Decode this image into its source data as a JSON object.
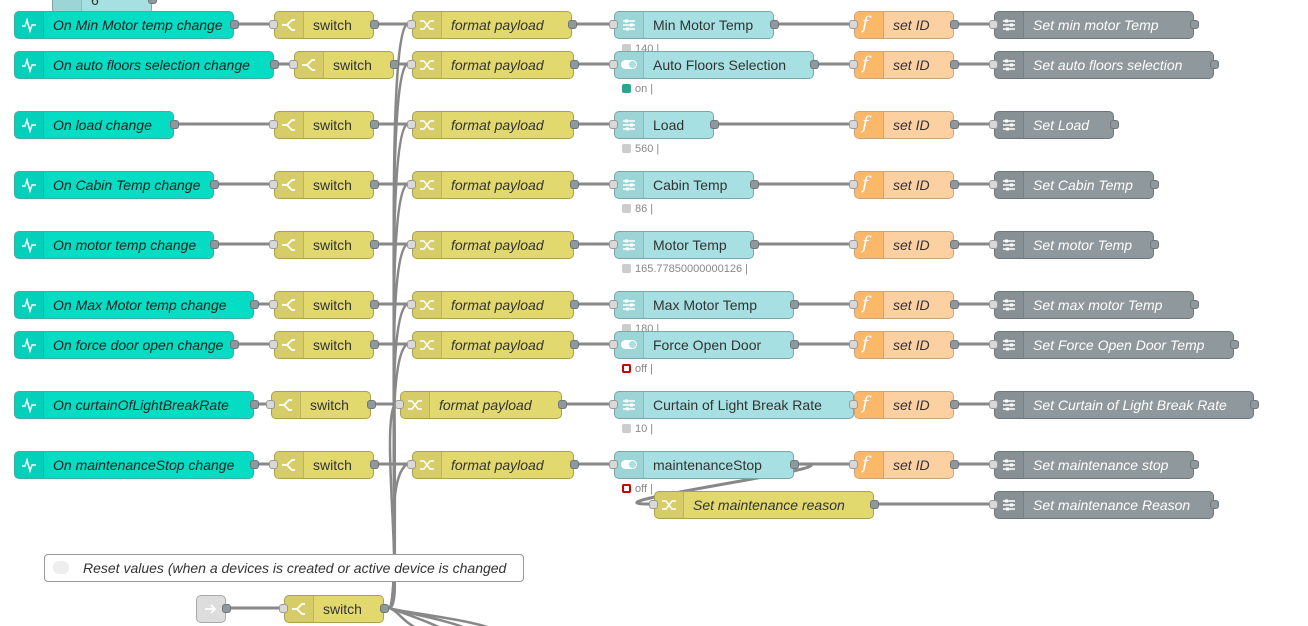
{
  "top_partial": {
    "label": "6"
  },
  "rows": [
    {
      "inject": "On Min Motor temp change",
      "switch": "switch",
      "change": "format payload",
      "dash": "Min Motor Temp",
      "dash_kind": "slider",
      "status": "140 |",
      "status_dot": "gray",
      "func": "set ID",
      "out": "Set min motor Temp"
    },
    {
      "inject": "On auto floors selection change",
      "switch": "switch",
      "change": "format payload",
      "dash": "Auto Floors Selection",
      "dash_kind": "toggle",
      "status": "on |",
      "status_dot": "green",
      "func": "set ID",
      "out": "Set auto floors selection"
    },
    {
      "inject": "On load change",
      "switch": "switch",
      "change": "format payload",
      "dash": "Load",
      "dash_kind": "slider",
      "status": "560 |",
      "status_dot": "gray",
      "func": "set ID",
      "out": "Set Load"
    },
    {
      "inject": "On Cabin Temp change",
      "switch": "switch",
      "change": "format payload",
      "dash": "Cabin Temp",
      "dash_kind": "slider",
      "status": "86 |",
      "status_dot": "gray",
      "func": "set ID",
      "out": "Set Cabin Temp"
    },
    {
      "inject": "On motor temp change",
      "switch": "switch",
      "change": "format payload",
      "dash": "Motor Temp",
      "dash_kind": "slider",
      "status": "165.77850000000126 |",
      "status_dot": "gray",
      "func": "set ID",
      "out": "Set motor Temp"
    },
    {
      "inject": "On Max Motor temp change",
      "switch": "switch",
      "change": "format payload",
      "dash": "Max Motor Temp",
      "dash_kind": "slider",
      "status": "180 |",
      "status_dot": "gray",
      "func": "set ID",
      "out": "Set max motor Temp"
    },
    {
      "inject": "On force door open change",
      "switch": "switch",
      "change": "format payload",
      "dash": "Force Open Door",
      "dash_kind": "toggle",
      "status": "off |",
      "status_dot": "red",
      "func": "set ID",
      "out": "Set Force Open Door Temp"
    },
    {
      "inject": "On curtainOfLightBreakRate",
      "switch": "switch",
      "change": "format payload",
      "dash": "Curtain of Light Break Rate",
      "dash_kind": "slider",
      "status": "10 |",
      "status_dot": "gray",
      "func": "set ID",
      "out": "Set Curtain of Light Break Rate"
    },
    {
      "inject": "On maintenanceStop change",
      "switch": "switch",
      "change": "format payload",
      "dash": "maintenanceStop",
      "dash_kind": "toggle",
      "status": "off |",
      "status_dot": "red",
      "func": "set ID",
      "out": "Set maintenance stop"
    }
  ],
  "extra": {
    "change": "Set maintenance reason",
    "out": "Set maintenance Reason"
  },
  "comment": {
    "label": "Reset values (when a devices is created or active device is changed"
  },
  "bottom_switch": {
    "label": "switch"
  },
  "colors": {
    "inject": "#04dcc4",
    "switch": "#e2d96e",
    "dashboard": "#a6e0e2",
    "function": "#fdd0a2",
    "output": "#8f989d",
    "wire": "#888888",
    "status_green": "#2ca58d",
    "status_red": "#cc0000"
  }
}
